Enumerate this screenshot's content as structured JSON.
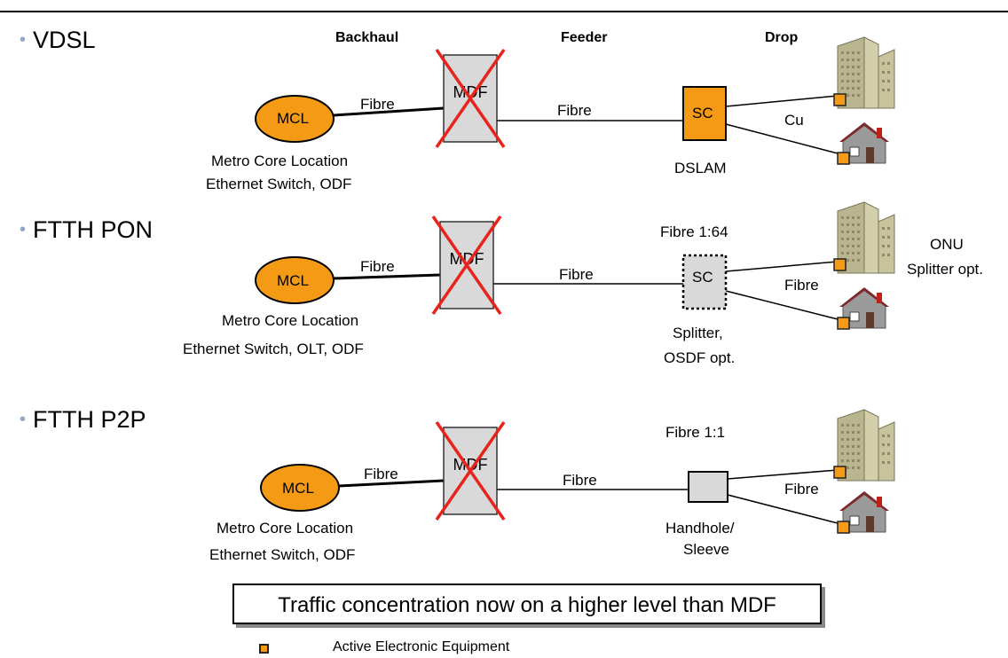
{
  "sections": [
    {
      "bullet": "VDSL",
      "mcl_label": "MCL",
      "mdf_label": "MDF",
      "backhaul_fibre": "Fibre",
      "feeder_fibre": "Fibre",
      "node_label": "SC",
      "drop_label": "Cu",
      "node_caption": "DSLAM",
      "mcl_caption_1": "Metro Core Location",
      "mcl_caption_2": "Ethernet Switch, ODF"
    },
    {
      "bullet": "FTTH PON",
      "mcl_label": "MCL",
      "mdf_label": "MDF",
      "backhaul_fibre": "Fibre",
      "feeder_fibre": "Fibre",
      "node_label": "SC",
      "drop_label": "Fibre",
      "node_top": "Fibre 1:64",
      "node_caption_1": "Splitter,",
      "node_caption_2": "OSDF opt.",
      "mcl_caption_1": "Metro Core Location",
      "mcl_caption_2": "Ethernet Switch, OLT, ODF",
      "onu_1": "ONU",
      "onu_2": "Splitter opt."
    },
    {
      "bullet": "FTTH P2P",
      "mcl_label": "MCL",
      "mdf_label": "MDF",
      "backhaul_fibre": "Fibre",
      "feeder_fibre": "Fibre",
      "drop_label": "Fibre",
      "node_top": "Fibre 1:1",
      "node_caption_1": "Handhole/",
      "node_caption_2": "Sleeve",
      "mcl_caption_1": "Metro Core Location",
      "mcl_caption_2": "Ethernet Switch, ODF"
    }
  ],
  "headers": {
    "backhaul": "Backhaul",
    "feeder": "Feeder",
    "drop": "Drop"
  },
  "callout": "Traffic concentration now on a higher level than MDF",
  "legend": {
    "label": "Active Electronic Equipment",
    "color": "#f59a14"
  },
  "colors": {
    "mcl_fill": "#f59a14",
    "mdf_fill": "#d9d9d9",
    "cross": "#e8231c",
    "accent_bullet": "#8fa7c7"
  }
}
